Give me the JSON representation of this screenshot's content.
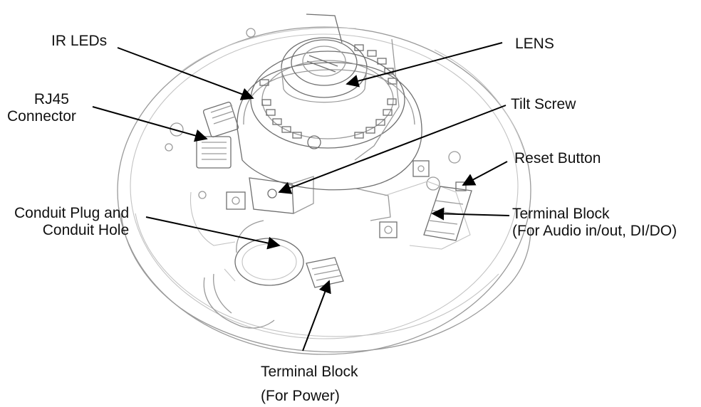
{
  "colors": {
    "outline": "#9a9a9a",
    "outline_dark": "#6f6f6f",
    "leader": "#000000",
    "text": "#111111"
  },
  "callouts": {
    "ir_leds": {
      "line1": "IR LEDs"
    },
    "rj45": {
      "line1": "RJ45",
      "line2": "Connector"
    },
    "conduit": {
      "line1": "Conduit Plug and",
      "line2": "Conduit Hole"
    },
    "lens": {
      "line1": "LENS"
    },
    "tilt_screw": {
      "line1": "Tilt Screw"
    },
    "reset_button": {
      "line1": "Reset Button"
    },
    "terminal_audio": {
      "line1": "Terminal Block",
      "line2": "(For Audio in/out, DI/DO)"
    },
    "terminal_power": {
      "line1": "Terminal Block",
      "line2": "(For Power)"
    }
  }
}
